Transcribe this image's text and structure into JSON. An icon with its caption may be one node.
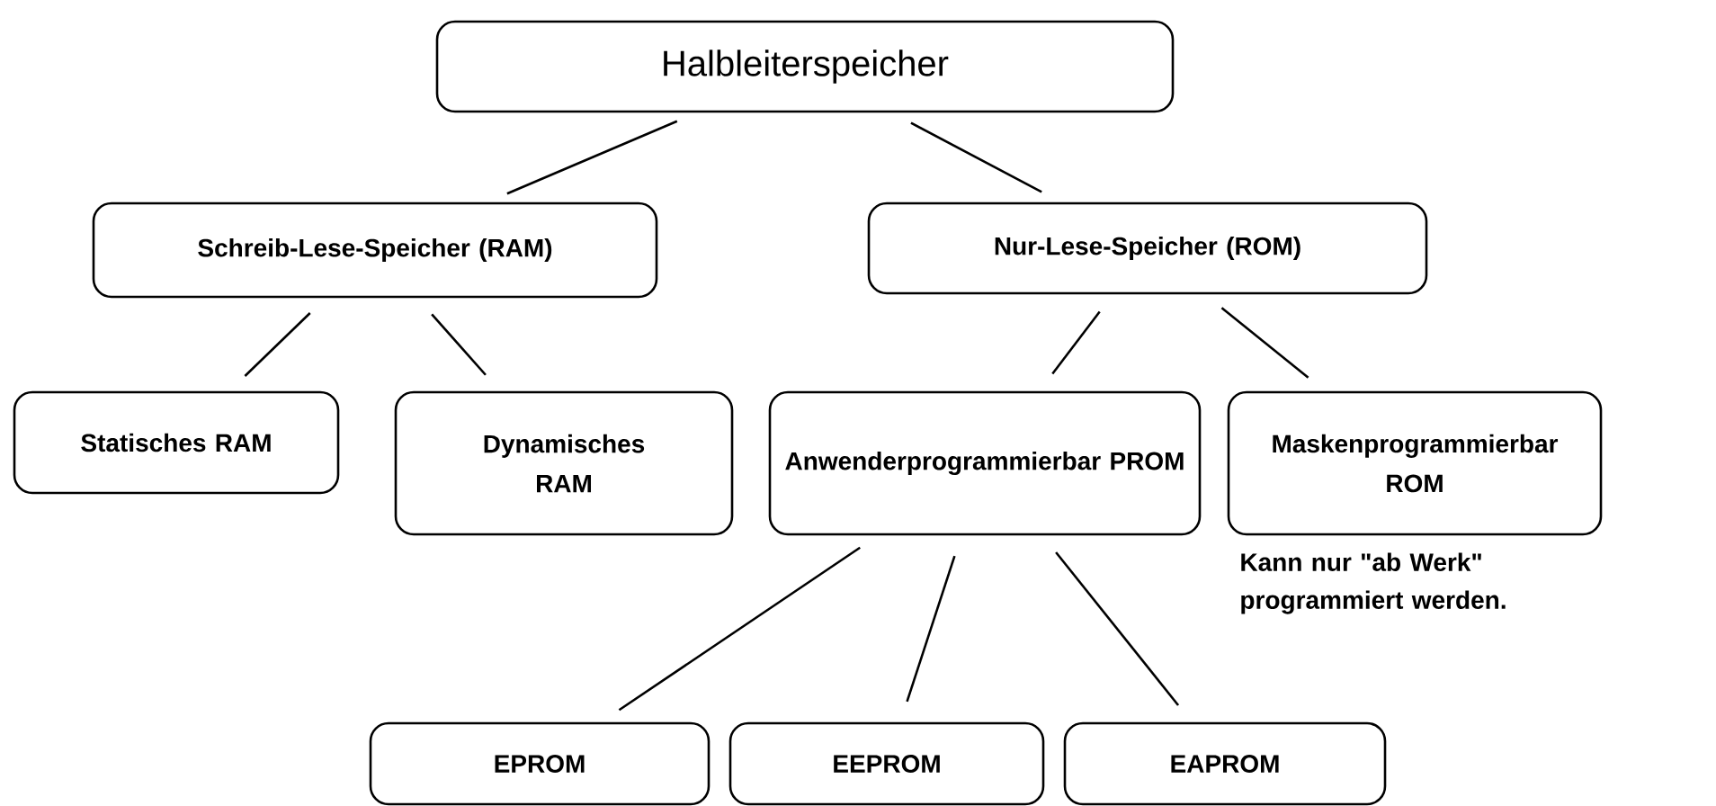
{
  "diagram": {
    "nodes": [
      {
        "text": [
          "Halbleiterspeicher"
        ]
      },
      {
        "text": [
          "Schreib-Lese-Speicher (RAM)"
        ]
      },
      {
        "text": [
          "Nur-Lese-Speicher (ROM)"
        ]
      },
      {
        "text": [
          "Statisches RAM"
        ]
      },
      {
        "text": [
          "Dynamisches RAM"
        ]
      },
      {
        "text": [
          "Anwenderprogrammierbar PROM"
        ]
      },
      {
        "text": [
          "Maskenprogrammierbar ROM"
        ],
        "beside": [
          "Kann nur \"ab Werk\" programmiert werden."
        ]
      },
      {
        "text": [
          "EPROM"
        ]
      },
      {
        "text": [
          "EEPROM"
        ]
      },
      {
        "text": [
          "EAPROM"
        ]
      }
    ],
    "edges": [
      {
        "from": 0,
        "to": 1,
        "arrow": "none"
      },
      {
        "from": 0,
        "to": 2,
        "arrow": "none"
      },
      {
        "from": 1,
        "to": 3,
        "arrow": "none"
      },
      {
        "from": 1,
        "to": 4,
        "arrow": "none"
      },
      {
        "from": 2,
        "to": 5,
        "arrow": "none"
      },
      {
        "from": 2,
        "to": 6,
        "arrow": "none"
      },
      {
        "from": 5,
        "to": 7,
        "arrow": "none"
      },
      {
        "from": 5,
        "to": 8,
        "arrow": "none"
      },
      {
        "from": 5,
        "to": 9,
        "arrow": "none"
      }
    ]
  }
}
